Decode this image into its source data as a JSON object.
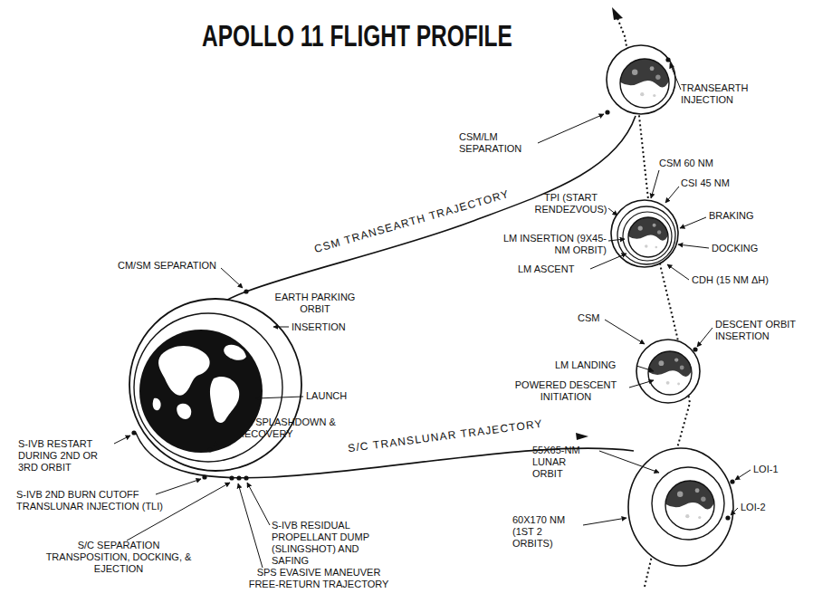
{
  "diagram": {
    "title": "APOLLO 11 FLIGHT PROFILE",
    "labels": [
      "TRANSEARTH INJECTION",
      "CSM/LM SEPARATION",
      "CSM 60 NM",
      "CSI 45 NM",
      "TPI (START RENDEZVOUS)",
      "BRAKING",
      "CSM TRANSEARTH TRAJECTORY",
      "LM INSERTION (9X45-NM ORBIT)",
      "DOCKING",
      "LM ASCENT",
      "CDH (15 NM ΔH)",
      "CM/SM SEPARATION",
      "EARTH PARKING ORBIT",
      "INSERTION",
      "CSM",
      "DESCENT ORBIT INSERTION",
      "LM LANDING",
      "POWERED DESCENT INITIATION",
      "LAUNCH",
      "CM SPLASHDOWN & RECOVERY",
      "S/C TRANSLUNAR TRAJECTORY",
      "S-IVB RESTART DURING 2ND OR 3RD ORBIT",
      "55X65-NM LUNAR ORBIT",
      "LOI-1",
      "LOI-2",
      "S-IVB 2ND BURN CUTOFF TRANSLUNAR INJECTION (TLI)",
      "60X170 NM (1ST 2 ORBITS)",
      "S-IVB RESIDUAL PROPELLANT DUMP (SLINGSHOT) AND SAFING",
      "S/C SEPARATION TRANSPOSITION, DOCKING, & EJECTION",
      "SPS EVASIVE MANEUVER FREE-RETURN TRAJECTORY"
    ]
  }
}
